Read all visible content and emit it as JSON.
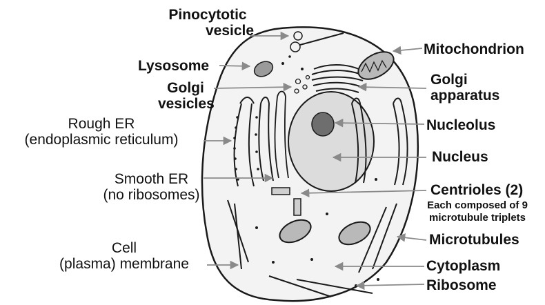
{
  "labels": {
    "pinocytotic_vesicle": [
      "Pinocytotic",
      "vesicle"
    ],
    "lysosome": "Lysosome",
    "golgi_vesicles": [
      "Golgi",
      "vesicles"
    ],
    "rough_er": [
      "Rough ER",
      "(endoplasmic reticulum)"
    ],
    "smooth_er": [
      "Smooth ER",
      "(no ribosomes)"
    ],
    "cell_membrane": [
      "Cell",
      "(plasma) membrane"
    ],
    "mitochondrion": "Mitochondrion",
    "golgi_apparatus": [
      "Golgi",
      "apparatus"
    ],
    "nucleolus": "Nucleolus",
    "nucleus": "Nucleus",
    "centrioles": "Centrioles (2)",
    "centrioles_note": [
      "Each composed of 9",
      "microtubule triplets"
    ],
    "microtubules": "Microtubules",
    "cytoplasm": "Cytoplasm",
    "ribosome": "Ribosome"
  },
  "colors": {
    "outline": "#1a1a1a",
    "leader_line": "#8a8a8a",
    "nucleus_fill": "#dcdcdc",
    "nucleolus_fill": "#6e6e6e",
    "organelle_fill": "#b9b9b9",
    "cytoplasm_fill": "#f3f3f3"
  }
}
